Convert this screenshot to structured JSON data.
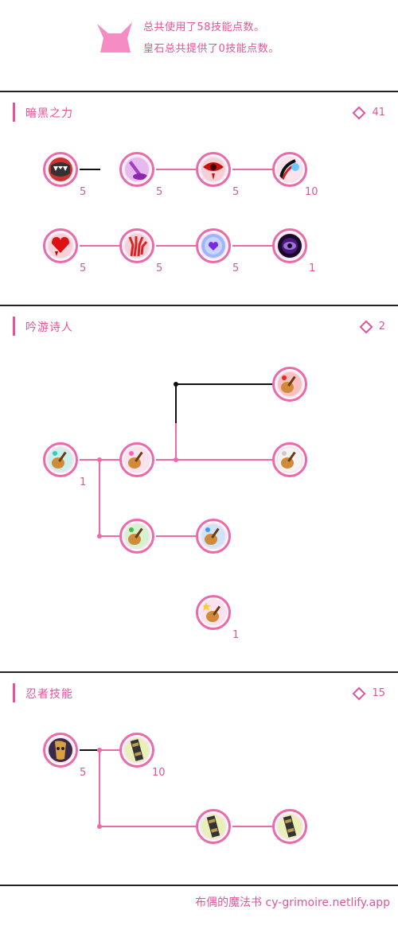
{
  "header": {
    "line1": "总共使用了58技能点数。",
    "line2": "皇石总共提供了0技能点数。"
  },
  "sections": [
    {
      "title": "暗黑之力",
      "points": "41",
      "nodes": [
        {
          "icon": "fangs-icon",
          "level": "5"
        },
        {
          "icon": "purple-pen-icon",
          "level": "5"
        },
        {
          "icon": "red-eye-icon",
          "level": "5"
        },
        {
          "icon": "slash-icon",
          "level": "10"
        },
        {
          "icon": "bleeding-heart-icon",
          "level": "5"
        },
        {
          "icon": "red-claw-icon",
          "level": "5"
        },
        {
          "icon": "purple-heart-orb-icon",
          "level": "5"
        },
        {
          "icon": "dark-eye-icon",
          "level": "1"
        }
      ]
    },
    {
      "title": "吟游诗人",
      "points": "2",
      "nodes": [
        {
          "icon": "red-guitar-icon",
          "level": ""
        },
        {
          "icon": "teal-guitar-icon",
          "level": "1"
        },
        {
          "icon": "pink-guitar-icon",
          "level": ""
        },
        {
          "icon": "white-guitar-icon",
          "level": ""
        },
        {
          "icon": "green-guitar-icon",
          "level": ""
        },
        {
          "icon": "blue-guitar-icon",
          "level": ""
        },
        {
          "icon": "star-guitar-icon",
          "level": "1"
        }
      ]
    },
    {
      "title": "忍者技能",
      "points": "15",
      "nodes": [
        {
          "icon": "golden-mask-icon",
          "level": "5"
        },
        {
          "icon": "scroll-icon",
          "level": "10"
        },
        {
          "icon": "scroll-icon",
          "level": ""
        },
        {
          "icon": "scroll-icon",
          "level": ""
        }
      ]
    }
  ],
  "footer": "布偶的魔法书 cy-grimoire.netlify.app",
  "colors": {
    "accent": "#e0559a",
    "node_border": "#ec6aa9",
    "node_bg": "#fbe3ee"
  }
}
